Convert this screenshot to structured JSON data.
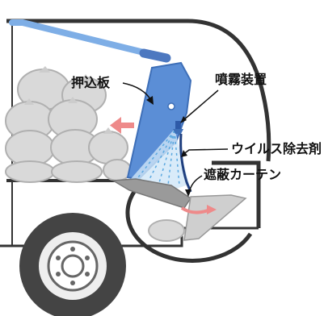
{
  "labels": {
    "pusher_plate": "押込板",
    "spray_device": "噴霧装置",
    "disinfectant": "ウイルス除去剤",
    "shield_curtain": "遮蔽カーテン"
  },
  "colors": {
    "outline": "#333333",
    "bag_fill": "#d9d9d9",
    "bag_stroke": "#b0b0b0",
    "blue_plate": "#5b8ed6",
    "blue_arm": "#7eaee6",
    "mist": "#5aa8e0",
    "arrow_red": "#ee8a8a",
    "wheel_dark": "#444444",
    "wheel_light": "#eeeeee"
  },
  "icons": {
    "push_direction": "left-arrow",
    "rotation_direction": "curved-arrow"
  }
}
